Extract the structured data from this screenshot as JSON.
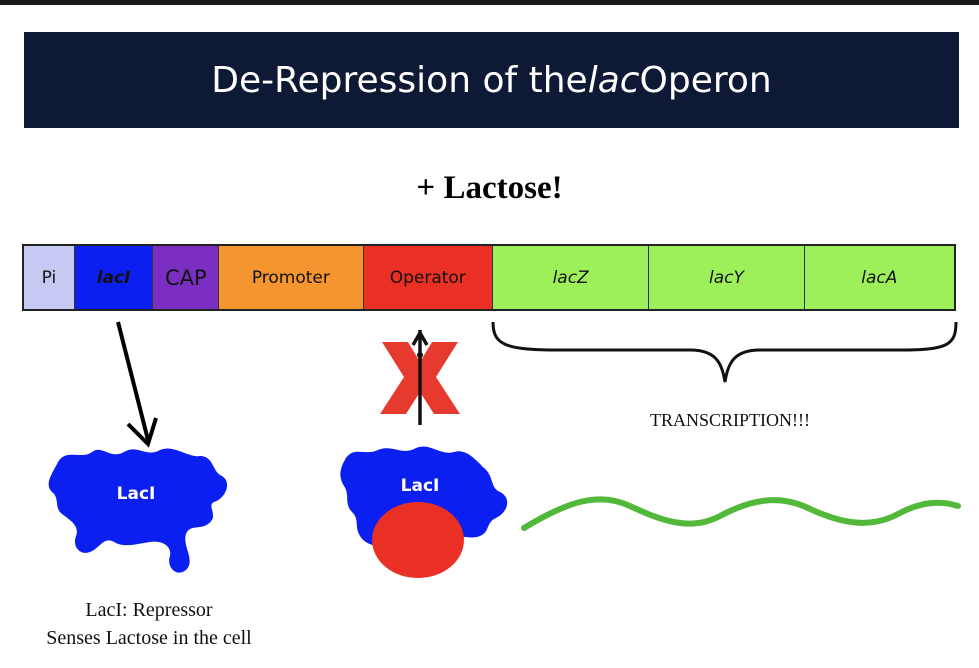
{
  "title": {
    "prefix": "De-Repression of the ",
    "italic": "lac",
    "suffix": " Operon"
  },
  "subtitle": "+ Lactose!",
  "genes": [
    {
      "id": "pi",
      "label": "Pi",
      "color": "#c7c9f5",
      "italic": false
    },
    {
      "id": "laci",
      "label": "lacI",
      "color": "#0b1ff0",
      "italic": true
    },
    {
      "id": "cap",
      "label": "CAP",
      "color": "#7a2fc2",
      "italic": false
    },
    {
      "id": "promoter",
      "label": "Promoter",
      "color": "#f4952f",
      "italic": false
    },
    {
      "id": "operator",
      "label": "Operator",
      "color": "#ea2f25",
      "italic": false
    },
    {
      "id": "lacz",
      "label": "lacZ",
      "color": "#9ef05a",
      "italic": true
    },
    {
      "id": "lacy",
      "label": "lacY",
      "color": "#9ef05a",
      "italic": true
    },
    {
      "id": "laca",
      "label": "lacA",
      "color": "#9ef05a",
      "italic": true
    }
  ],
  "transcription_label": "TRANSCRIPTION!!!",
  "repressor_free_label": "LacI",
  "repressor_bound_label": "LacI",
  "caption_line1": "LacI: Repressor",
  "caption_line2": "Senses Lactose in the cell",
  "colors": {
    "title_bg": "#0e1a35",
    "repressor": "#0b1ff0",
    "lactose": "#ea2f25",
    "x_mark": "#e63a2e",
    "mrna": "#52b83a"
  }
}
